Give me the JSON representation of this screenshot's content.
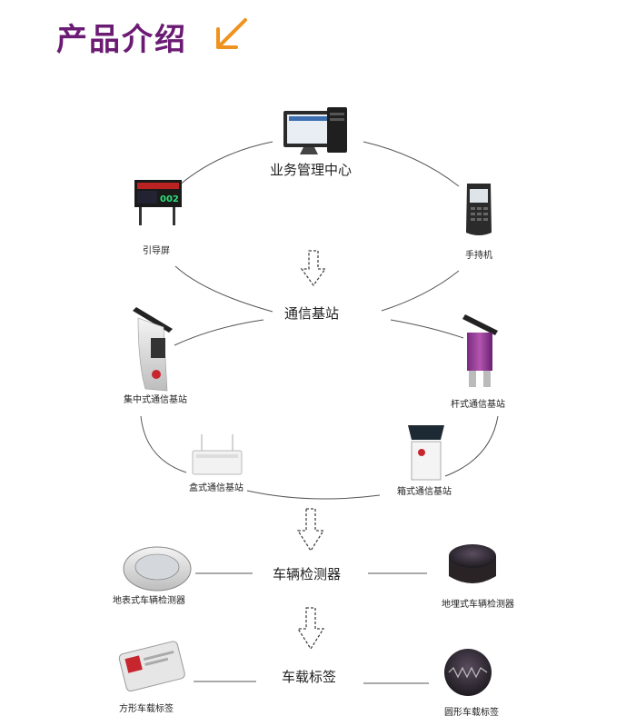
{
  "title": "产品介绍",
  "title_arrow_icon": "diagonal-arrow-icon",
  "colors": {
    "title": "#6b1b73",
    "arrow": "#f0921e",
    "line": "#555555"
  },
  "tiers": [
    {
      "id": "center",
      "label": "业务管理中心"
    },
    {
      "id": "station",
      "label": "通信基站"
    },
    {
      "id": "detector",
      "label": "车辆检测器"
    },
    {
      "id": "tag",
      "label": "车载标签"
    }
  ],
  "devices": {
    "guide_screen": {
      "label": "引导屏",
      "display_code": "002"
    },
    "handheld": {
      "label": "手持机"
    },
    "centralized_station": {
      "label": "集中式通信基站"
    },
    "pole_station": {
      "label": "杆式通信基站"
    },
    "box_station": {
      "label": "盒式通信基站"
    },
    "cabinet_station": {
      "label": "箱式通信基站"
    },
    "surface_detector": {
      "label": "地表式车辆检测器"
    },
    "buried_detector": {
      "label": "地埋式车辆检测器"
    },
    "square_tag": {
      "label": "方形车载标签"
    },
    "round_tag": {
      "label": "圆形车载标签"
    }
  }
}
